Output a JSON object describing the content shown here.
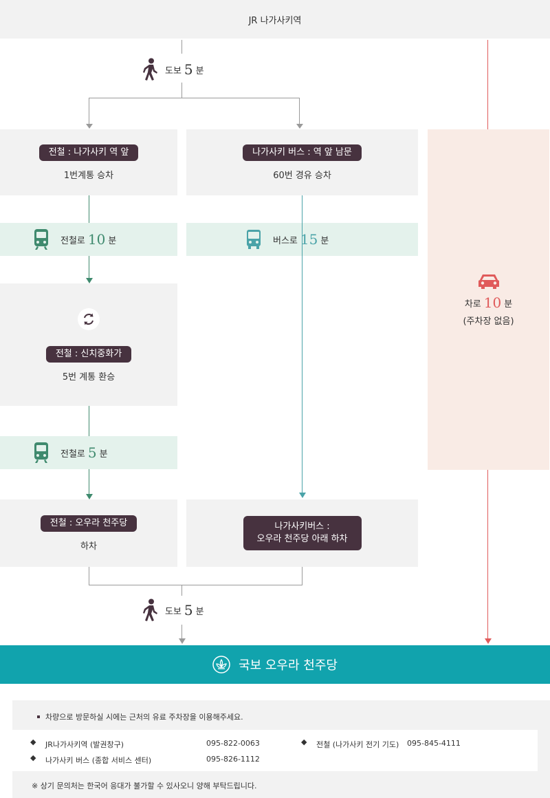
{
  "top_header": {
    "label": "JR 나가사키역"
  },
  "walk_top": {
    "label": "도보",
    "value": "5",
    "unit": "분"
  },
  "walk_bottom": {
    "label": "도보",
    "value": "5",
    "unit": "분"
  },
  "tram_start": {
    "pill": "전철 : 나가사키 역 앞",
    "sub": "1번계통 승차"
  },
  "bus_start": {
    "pill": "나가사키 버스 : 역 앞 남문",
    "sub": "60번 경유 승차"
  },
  "tram_ride1": {
    "label": "전철로",
    "value": "10",
    "unit": "분"
  },
  "bus_ride": {
    "label": "버스로",
    "value": "15",
    "unit": "분"
  },
  "transfer": {
    "pill": "전철 : 신치중화가",
    "sub": "5번 계통 환승"
  },
  "tram_ride2": {
    "label": "전철로",
    "value": "5",
    "unit": "분"
  },
  "tram_end": {
    "pill": "전철 : 오우라 천주당",
    "sub": "하차"
  },
  "bus_end": {
    "line1": "나가사키버스 :",
    "line2": "오우라 천주당 아래 하차"
  },
  "car": {
    "label": "차로",
    "value": "10",
    "unit": "분",
    "note": "(주차장 없음)"
  },
  "destination": {
    "label": "국보 오우라 천주당"
  },
  "footer": {
    "notice": "차량으로 방문하실 시에는 근처의 유료 주차장을 이용해주세요.",
    "contacts": [
      {
        "name": "JR나가사키역 (발권창구)",
        "phone": "095-822-0063"
      },
      {
        "name": "나가사키 버스 (종합 서비스 센터)",
        "phone": "095-826-1112"
      },
      {
        "name": "전철 (나가사키 전기 기도)",
        "phone": "095-845-4111"
      }
    ],
    "disclaimer": "※ 상기 문의처는 한국어 응대가 불가할 수 있사오니 양해 부탁드립니다."
  },
  "colors": {
    "tram": "#3f8a6e",
    "bus": "#4aa3a8",
    "car": "#e05a5a",
    "walk": "#47323f",
    "teal": "#11a3ad",
    "pill": "#47323f"
  }
}
